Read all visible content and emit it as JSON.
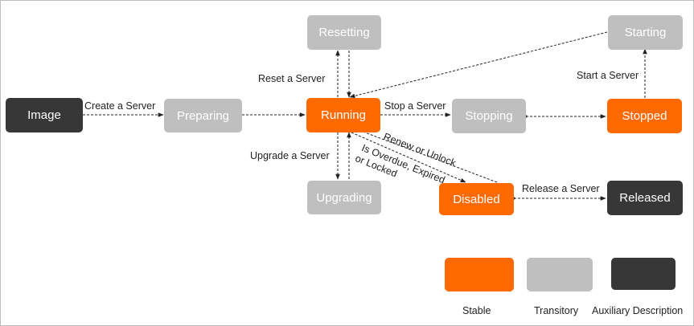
{
  "nodes": {
    "image": "Image",
    "preparing": "Preparing",
    "running": "Running",
    "resetting": "Resetting",
    "upgrading": "Upgrading",
    "stopping": "Stopping",
    "stopped": "Stopped",
    "starting": "Starting",
    "disabled": "Disabled",
    "released": "Released"
  },
  "edges": {
    "create": "Create a Server",
    "reset": "Reset a Server",
    "upgrade": "Upgrade a Server",
    "stop": "Stop a Server",
    "start": "Start a Server",
    "release": "Release a Server",
    "renew": "Renew or Unlock",
    "overdue_line1": "Is Overdue, Expired",
    "overdue_line2": "or Locked"
  },
  "legend": {
    "stable": "Stable",
    "transitory": "Transitory",
    "auxiliary": "Auxiliary Description"
  },
  "colors": {
    "stable": "#ff6a00",
    "transitory": "#bfbfbf",
    "auxiliary": "#373737"
  }
}
